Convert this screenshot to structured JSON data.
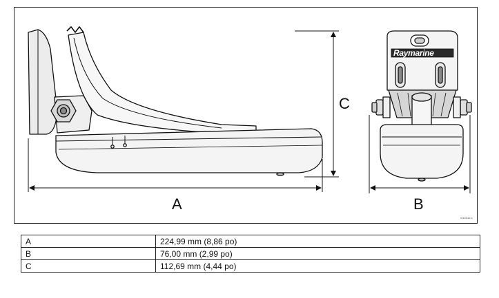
{
  "figure": {
    "dimension_labels": {
      "a": "A",
      "b": "B",
      "c": "C"
    },
    "brand": "Raymarine",
    "figure_id": "D14312-1"
  },
  "dimensions_table": {
    "rows": [
      {
        "key": "A",
        "value": "224,99 mm (8,86 po)"
      },
      {
        "key": "B",
        "value": "76,00 mm (2,99 po)"
      },
      {
        "key": "C",
        "value": "112,69 mm (4,44 po)"
      }
    ]
  },
  "colors": {
    "line": "#111111",
    "fill_light": "#f4f4f4",
    "fill_mid": "#d9d9d9",
    "fill_dark": "#8a8a8a"
  }
}
